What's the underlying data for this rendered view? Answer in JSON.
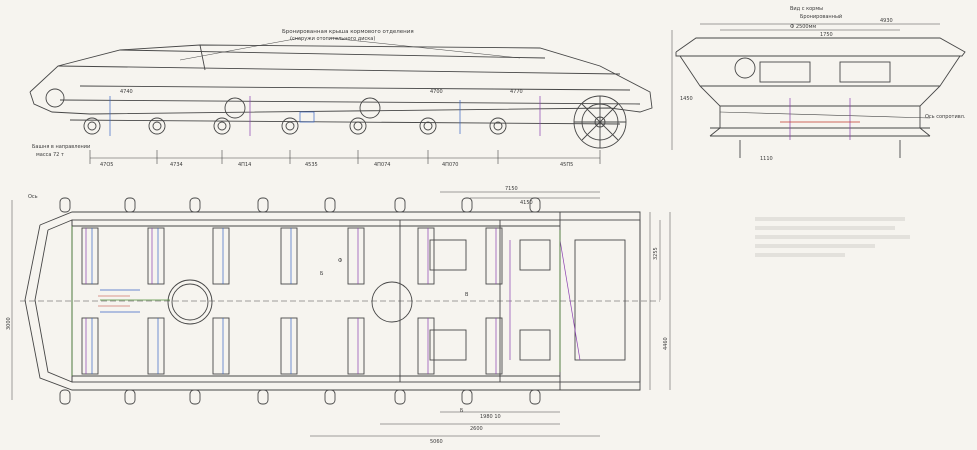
{
  "colors": {
    "background": "#f6f4ef",
    "line": "#474747",
    "accent_blue": "#3a66c4",
    "accent_purple": "#8a3fb0",
    "accent_green": "#4f8f3a",
    "accent_red": "#c0392b"
  },
  "side_view": {
    "title": "Бронированная крыша кормового отделения",
    "subtitle": "(снаружи отопительного диска)",
    "corner_label": "Башня в направлении",
    "corner_sub": "масса 72 т",
    "dims": [
      "47О5",
      "4734",
      "4П14",
      "4535",
      "4П074",
      "4П070",
      "45П5"
    ],
    "dims_upper": [
      "4740",
      "4700",
      "4770"
    ]
  },
  "section_view": {
    "title": "Вид с кормы",
    "label_top": "Бронированный",
    "dims": [
      "Ф 2500мм",
      "1750",
      "4930",
      "1450",
      "1110"
    ],
    "side_label": "Ось сопротивл."
  },
  "plan_view": {
    "dims_top": [
      "7150",
      "4150"
    ],
    "dims_bottom": [
      "1980 10",
      "2600",
      "5060"
    ],
    "dims_side": [
      "3255",
      "4460",
      "3000"
    ],
    "corner_label": "Ось",
    "inner_labels": [
      "Б",
      "Ф",
      "В",
      "Б"
    ]
  }
}
